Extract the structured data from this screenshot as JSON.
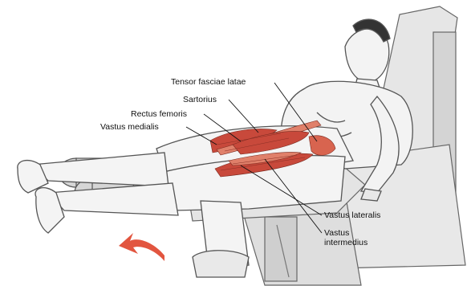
{
  "labels": {
    "tensor_fasciae_latae": "Tensor fasciae latae",
    "sartorius": "Sartorius",
    "rectus_femoris": "Rectus femoris",
    "vastus_medialis": "Vastus medialis",
    "vastus_lateralis": "Vastus lateralis",
    "vastus_intermedius_line1": "Vastus",
    "vastus_intermedius_line2": "intermedius"
  },
  "colors": {
    "muscle_red": "#c8493b",
    "muscle_light": "#e0806a",
    "arrow_red": "#e2553f",
    "outline": "#555555",
    "machine_gray": "#d9d9d9",
    "skin_shade": "#eeeeee"
  },
  "icons": {
    "motion_arrow": "curved-arrow-up-left"
  }
}
